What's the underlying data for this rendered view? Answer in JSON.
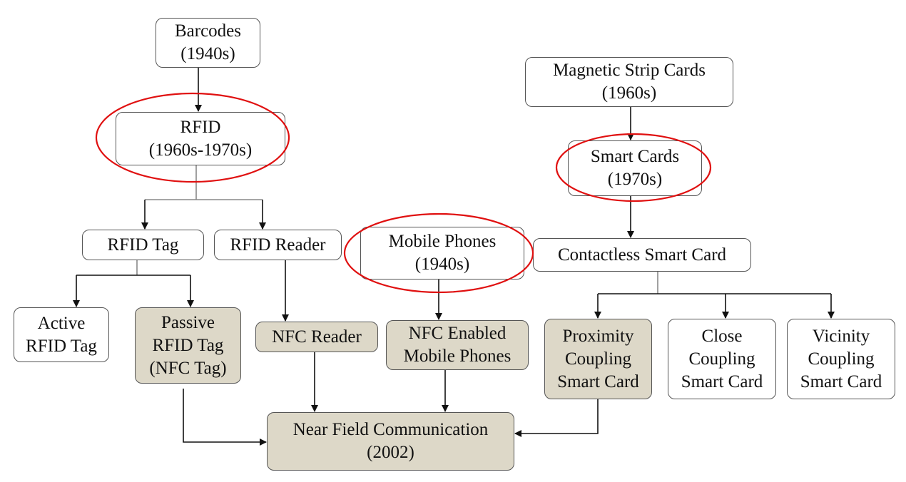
{
  "colors": {
    "highlight_fill": "#ddd8c8",
    "ellipse": "#e01010",
    "line": "#111111"
  },
  "nodes": {
    "barcodes": [
      "Barcodes",
      "(1940s)"
    ],
    "rfid": [
      "RFID",
      "(1960s-1970s)"
    ],
    "magnetic": [
      "Magnetic Strip Cards",
      "(1960s)"
    ],
    "smart_cards": [
      "Smart Cards",
      "(1970s)"
    ],
    "rfid_tag": [
      "RFID Tag"
    ],
    "rfid_reader": [
      "RFID Reader"
    ],
    "mobile_phones": [
      "Mobile Phones",
      "(1940s)"
    ],
    "contactless": [
      "Contactless Smart Card"
    ],
    "active_tag": [
      "Active",
      "RFID Tag"
    ],
    "passive_tag": [
      "Passive",
      "RFID Tag",
      "(NFC Tag)"
    ],
    "nfc_reader": [
      "NFC Reader"
    ],
    "nfc_phones": [
      "NFC Enabled",
      "Mobile Phones"
    ],
    "proximity": [
      "Proximity",
      "Coupling",
      "Smart Card"
    ],
    "close": [
      "Close",
      "Coupling",
      "Smart Card"
    ],
    "vicinity": [
      "Vicinity",
      "Coupling",
      "Smart Card"
    ],
    "nfc": [
      "Near Field Communication",
      "(2002)"
    ]
  }
}
